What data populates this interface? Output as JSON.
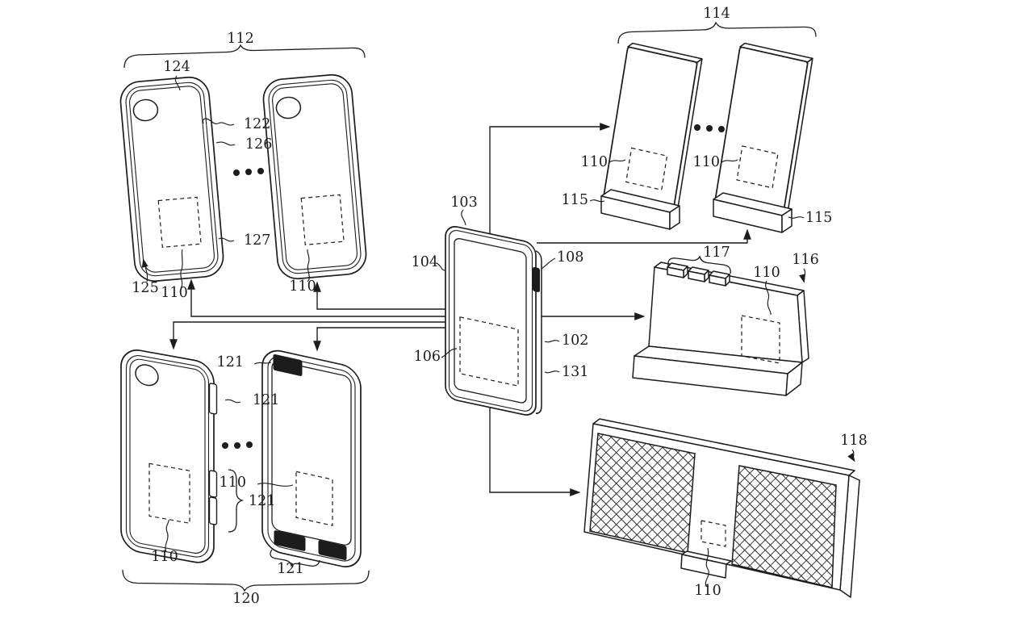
{
  "figure": {
    "kind": "patent-line-drawing",
    "colors": {
      "ink": "#1c1c1c",
      "background": "#ffffff"
    },
    "labels": {
      "l102": "102",
      "l103": "103",
      "l104": "104",
      "l106": "106",
      "l108": "108",
      "l110": "110",
      "l112": "112",
      "l114": "114",
      "l115": "115",
      "l116": "116",
      "l117": "117",
      "l118": "118",
      "l120": "120",
      "l121": "121",
      "l122": "122",
      "l124": "124",
      "l125": "125",
      "l126": "126",
      "l127": "127",
      "l131": "131"
    }
  }
}
